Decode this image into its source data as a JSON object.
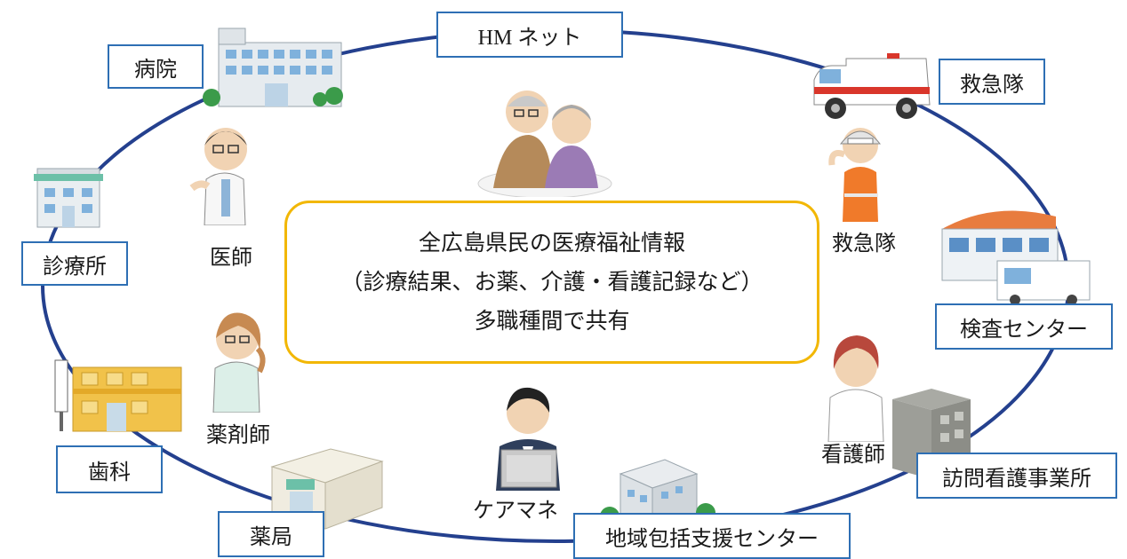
{
  "network": {
    "name": "HM ネット"
  },
  "center": {
    "line1": "全広島県民の医療福祉情報",
    "line2": "（診療結果、お薬、介護・看護記録など）",
    "line3": "多職種間で共有"
  },
  "facilities": {
    "hospital": "病院",
    "clinic": "診療所",
    "dental": "歯科",
    "pharmacy": "薬局",
    "community_center": "地域包括支援センター",
    "home_nursing": "訪問看護事業所",
    "inspection_center": "検査センター",
    "ambulance_service": "救急隊"
  },
  "roles": {
    "doctor": "医師",
    "pharmacist": "薬剤師",
    "care_manager": "ケアマネ",
    "nurse": "看護師",
    "paramedic": "救急隊"
  },
  "colors": {
    "ring": "#24408e",
    "box_border": "#2e6fb4",
    "center_border": "#f2b705"
  },
  "icons": [
    "elderly-couple-icon",
    "hospital-building-icon",
    "doctor-icon",
    "clinic-building-icon",
    "pharmacist-icon",
    "dental-building-icon",
    "pharmacy-building-icon",
    "care-manager-icon",
    "community-center-building-icon",
    "nurse-icon",
    "home-nursing-building-icon",
    "inspection-center-building-icon",
    "ambulance-icon",
    "paramedic-icon"
  ]
}
